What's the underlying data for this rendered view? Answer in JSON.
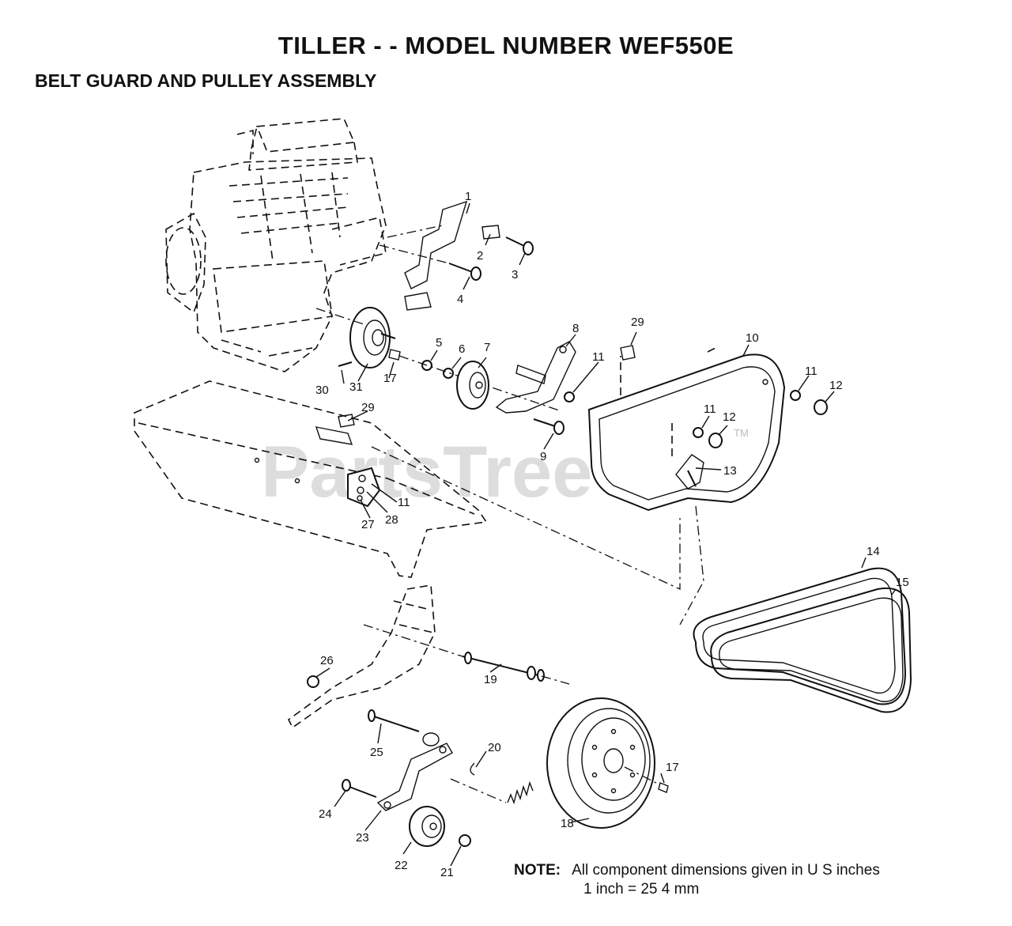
{
  "title": "TILLER - - MODEL NUMBER WEF550E",
  "subtitle": "BELT GUARD AND PULLEY ASSEMBLY",
  "watermark": "PartsTree",
  "watermark_tm": "TM",
  "note": {
    "label": "NOTE:",
    "line1": "All component dimensions given in U S  inches",
    "line2": "1 inch = 25 4 mm"
  },
  "callouts": {
    "c1": "1",
    "c2": "2",
    "c3": "3",
    "c4": "4",
    "c5": "5",
    "c6": "6",
    "c7": "7",
    "c8": "8",
    "c9": "9",
    "c10": "10",
    "c11a": "11",
    "c11b": "11",
    "c11c": "11",
    "c11d": "11",
    "c12a": "12",
    "c12b": "12",
    "c13": "13",
    "c14": "14",
    "c15": "15",
    "c17a": "17",
    "c17b": "17",
    "c18": "18",
    "c19": "19",
    "c20": "20",
    "c21": "21",
    "c22": "22",
    "c23": "23",
    "c24": "24",
    "c25": "25",
    "c26": "26",
    "c27": "27",
    "c28": "28",
    "c29a": "29",
    "c29b": "29",
    "c30": "30",
    "c31": "31"
  }
}
